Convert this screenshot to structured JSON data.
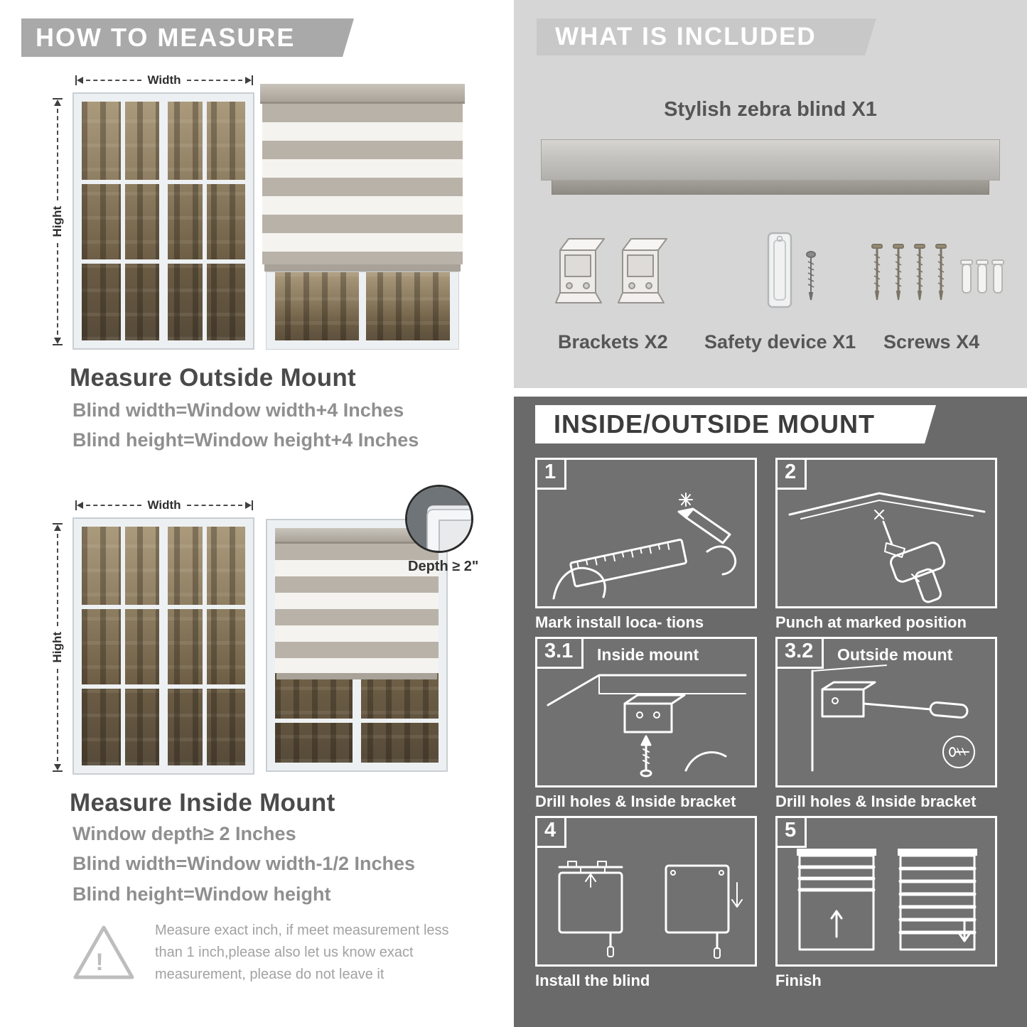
{
  "colors": {
    "left_banner": "#a9a9a9",
    "included_bg": "#d6d6d6",
    "included_banner": "#c8c8c8",
    "mount_bg": "#6a6a6a",
    "heading_text": "#4a4a4a",
    "body_text": "#8f8f8f",
    "stripe_taupe": "#b8b2a8",
    "stripe_ivory": "#f5f3ef"
  },
  "left": {
    "header": "HOW TO MEASURE",
    "fig_outside": {
      "width_label": "Width",
      "height_label": "Hight"
    },
    "outside": {
      "title": "Measure Outside Mount",
      "line1": "Blind width=Window width+4 Inches",
      "line2": "Blind height=Window height+4 Inches"
    },
    "fig_inside": {
      "width_label": "Width",
      "height_label": "Hight",
      "depth_label": "Depth ≥ 2\""
    },
    "inside": {
      "title": "Measure Inside Mount",
      "line1": "Window depth≥ 2 Inches",
      "line2": "Blind width=Window width-1/2 Inches",
      "line3": "Blind height=Window height"
    },
    "warning": {
      "mark": "!",
      "text": "Measure exact inch, if meet measurement less than 1 inch,please also let us know exact measurement, please do not leave it"
    }
  },
  "right": {
    "included": {
      "header": "WHAT IS INCLUDED",
      "blind_label": "Stylish zebra blind X1",
      "items": [
        {
          "label": "Brackets X2"
        },
        {
          "label": "Safety device X1"
        },
        {
          "label": "Screws X4"
        }
      ]
    },
    "mount": {
      "header": "INSIDE/OUTSIDE MOUNT",
      "steps": [
        {
          "num": "1",
          "caption": "Mark install loca- tions"
        },
        {
          "num": "2",
          "caption": "Punch at  marked position"
        },
        {
          "num": "3.1",
          "label": "Inside mount",
          "caption": "Drill holes &  Inside bracket"
        },
        {
          "num": "3.2",
          "label": "Outside mount",
          "caption": "Drill holes &  Inside bracket"
        },
        {
          "num": "4",
          "caption": "Install the blind"
        },
        {
          "num": "5",
          "caption": "Finish"
        }
      ]
    }
  }
}
